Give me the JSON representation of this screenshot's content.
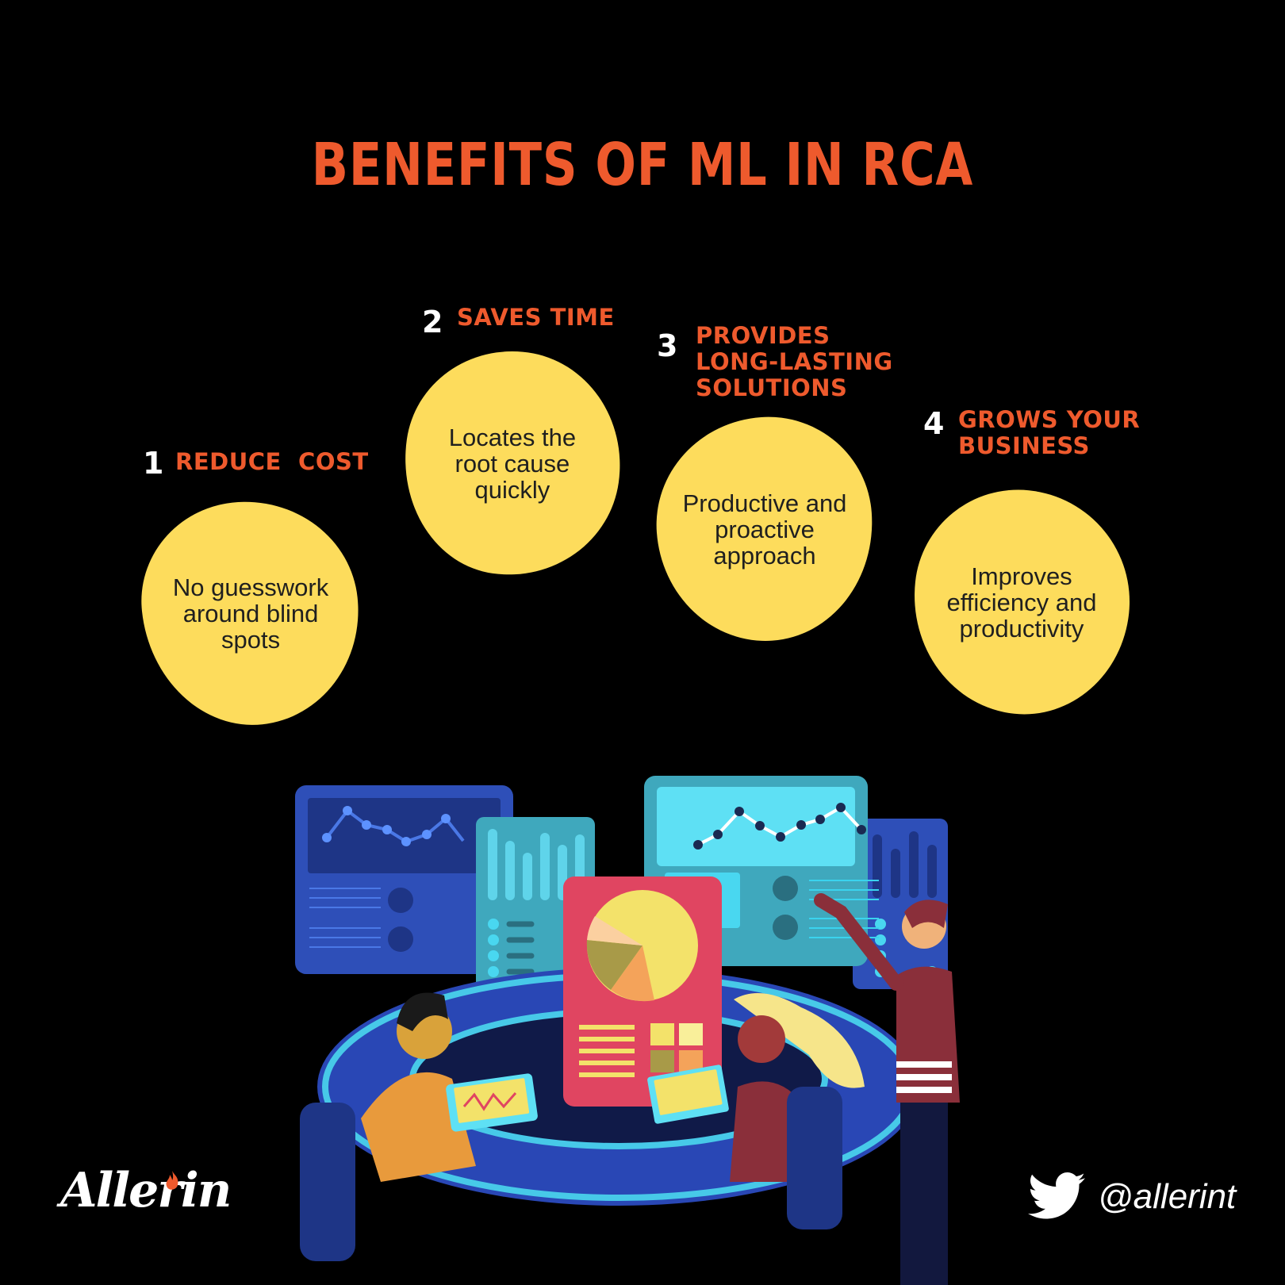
{
  "title": "BENEFITS OF ML IN RCA",
  "benefits": [
    {
      "number": "1",
      "heading": "REDUCE  COST",
      "text": "No guesswork around blind spots"
    },
    {
      "number": "2",
      "heading": "SAVES TIME",
      "text": "Locates the root cause quickly"
    },
    {
      "number": "3",
      "heading_lines": [
        "PROVIDES",
        "LONG-LASTING",
        "SOLUTIONS"
      ],
      "text": "Productive and proactive approach"
    },
    {
      "number": "4",
      "heading_lines": [
        "GROWS YOUR",
        "BUSINESS"
      ],
      "text": "Improves efficiency and productivity"
    }
  ],
  "footer": {
    "logo": "Allerin",
    "twitter_handle": "@allerint",
    "twitter_icon": "twitter-bird-icon"
  },
  "colors": {
    "background": "#000000",
    "accent": "#ee5a2d",
    "blob": "#fddc5c"
  }
}
